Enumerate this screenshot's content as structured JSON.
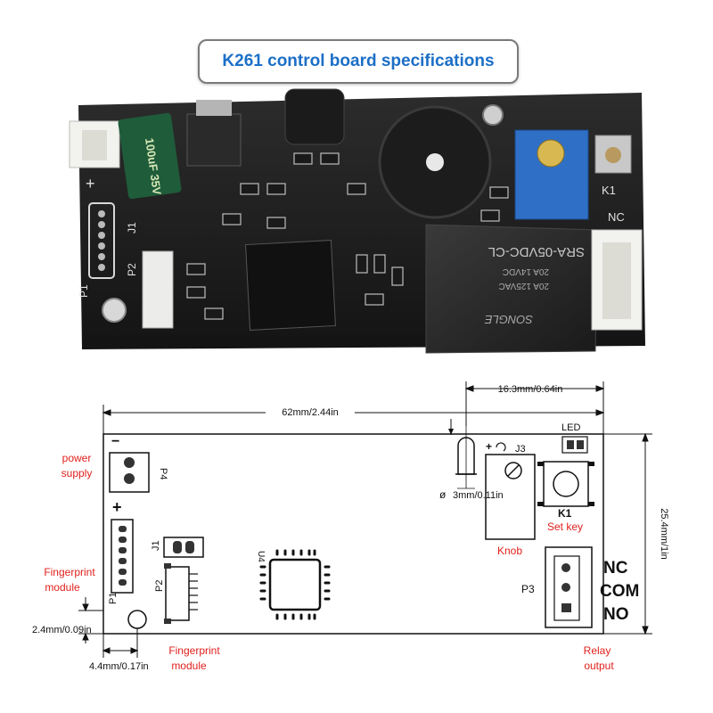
{
  "title": "K261 control board specifications",
  "photo": {
    "silkscreen": {
      "p1": "P1",
      "p2": "P2",
      "j1": "J1",
      "k1": "K1",
      "nc": "NC",
      "plus": "+",
      "capacitor": "100uF 35V",
      "relay_model": "SRA-05VDC-CL",
      "relay_rating_1": "20A 14VDC",
      "relay_rating_2": "20A 125VAC",
      "relay_brand": "SONGLE"
    }
  },
  "diagram": {
    "dims": {
      "width": "62mm/2.44in",
      "height": "25.4mm/1in",
      "led_offset": "16.3mm/0.64in",
      "hole_dia": "3mm/0.11in",
      "hole_y": "2.4mm/0.09in",
      "hole_x": "4.4mm/0.17in"
    },
    "labels": {
      "p4": "P4",
      "p1": "P1",
      "p2": "P2",
      "j1": "J1",
      "u4": "U4",
      "j3": "J3",
      "k1": "K1",
      "p3": "P3",
      "led": "LED",
      "minus": "−",
      "plus": "+",
      "nc": "NC",
      "com": "COM",
      "no": "NO",
      "dia_symbol": "ø"
    },
    "callouts": {
      "power_1": "power",
      "power_2": "supply",
      "fp_left_1": "Fingerprint",
      "fp_left_2": "module",
      "fp_bottom_1": "Fingerprint",
      "fp_bottom_2": "module",
      "knob": "Knob",
      "set_key": "Set key",
      "relay_1": "Relay",
      "relay_2": "output"
    }
  }
}
